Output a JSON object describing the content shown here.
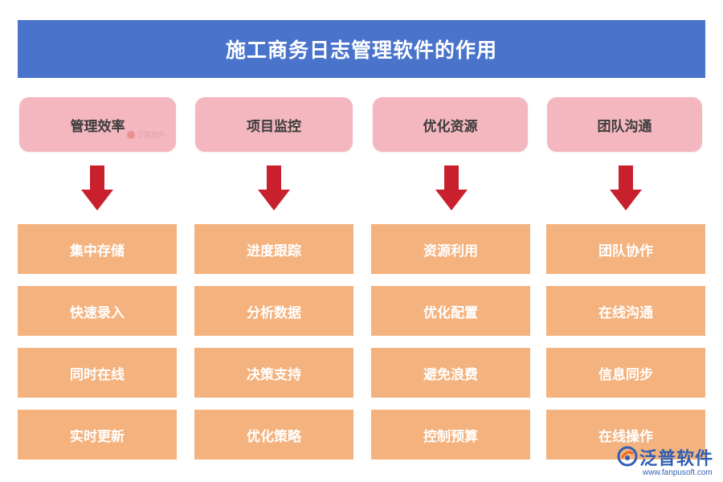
{
  "title": "施工商务日志管理软件的作用",
  "columns": [
    {
      "category": "管理效率",
      "items": [
        "集中存储",
        "快速录入",
        "同时在线",
        "实时更新"
      ]
    },
    {
      "category": "项目监控",
      "items": [
        "进度跟踪",
        "分析数据",
        "决策支持",
        "优化策略"
      ]
    },
    {
      "category": "优化资源",
      "items": [
        "资源利用",
        "优化配置",
        "避免浪费",
        "控制预算"
      ]
    },
    {
      "category": "团队沟通",
      "items": [
        "团队协作",
        "在线沟通",
        "信息同步",
        "在线操作"
      ]
    }
  ],
  "watermark": "泛普软件",
  "brand": {
    "name": "泛普软件",
    "url": "www.fanpusoft.com"
  },
  "colors": {
    "title_bg": "#4a74cc",
    "category_bg": "#f4b7bf",
    "item_bg": "#f4b27e",
    "arrow": "#c8202c",
    "brand": "#2f5fb5"
  }
}
